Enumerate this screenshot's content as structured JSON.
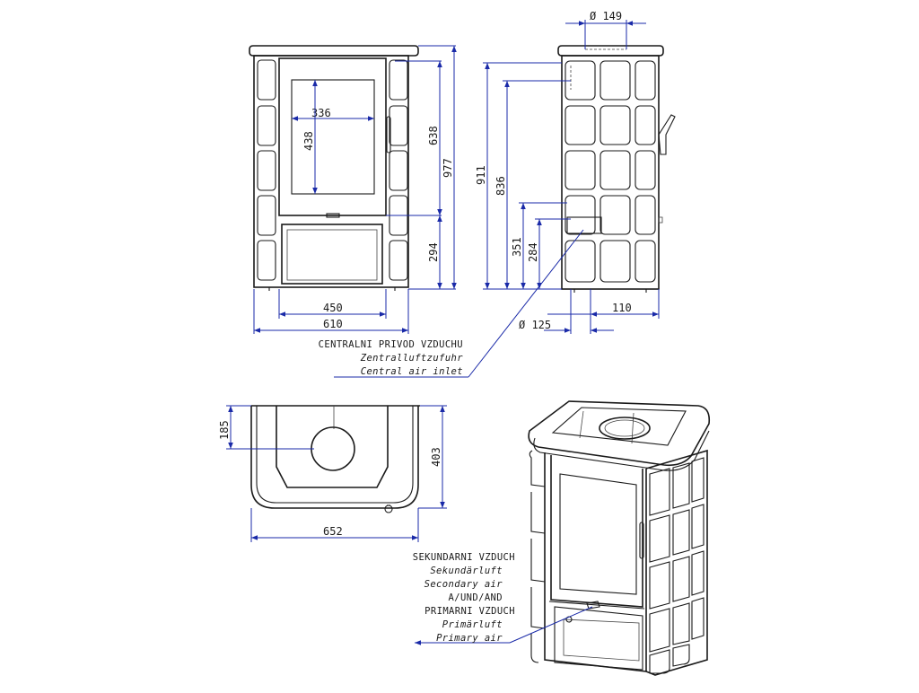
{
  "dimensions": {
    "top_diameter": "Ø 149",
    "glass_width": "336",
    "glass_height": "438",
    "glass_top_height": "638",
    "total_height": "977",
    "lower_height": "294",
    "inner_width": "450",
    "outer_width": "610",
    "side_height_911": "911",
    "side_height_836": "836",
    "side_height_351": "351",
    "side_height_284": "284",
    "rear_diameter": "Ø 125",
    "rear_offset": "110",
    "top_depth_offset": "185",
    "plan_depth": "403",
    "plan_width": "652"
  },
  "labels": {
    "central_air": [
      "CENTRALNI PRIVOD VZDUCHU",
      "Zentralluftzufuhr",
      "Central air inlet"
    ],
    "secondary_primary": [
      "SEKUNDARNI VZDUCH",
      "Sekundärluft",
      "Secondary air",
      "A/UND/AND",
      "PRIMARNI VZDUCH",
      "Primärluft",
      "Primary air"
    ]
  },
  "colors": {
    "outline": "#1a1a1a",
    "dimension": "#1a2aa8"
  }
}
